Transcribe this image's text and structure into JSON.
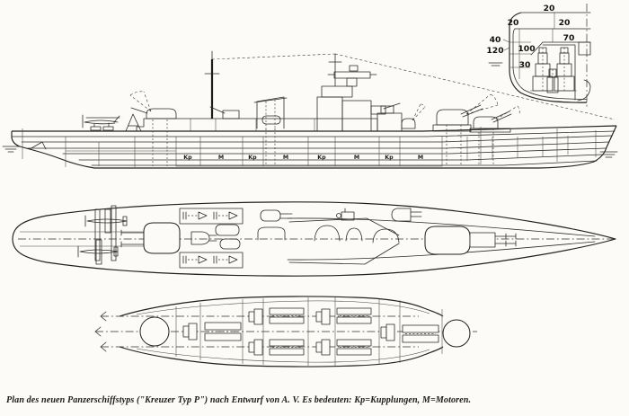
{
  "figure_caption": "Plan des neuen Panzerschiffstyps (\"Kreuzer Typ P\") nach Entwurf von A. V. Es bedeuten: Kp=Kupplungen, M=Motoren.",
  "side_view": {
    "compartments": [
      "Kp",
      "M",
      "Kp",
      "M",
      "Kp",
      "M",
      "Kp",
      "M"
    ]
  },
  "cross_section": {
    "armor_values": [
      "20",
      "20",
      "20",
      "40",
      "70",
      "100",
      "120",
      "30"
    ]
  },
  "colors": {
    "ink": "#2e2b28",
    "paper": "#fcfbf7"
  }
}
